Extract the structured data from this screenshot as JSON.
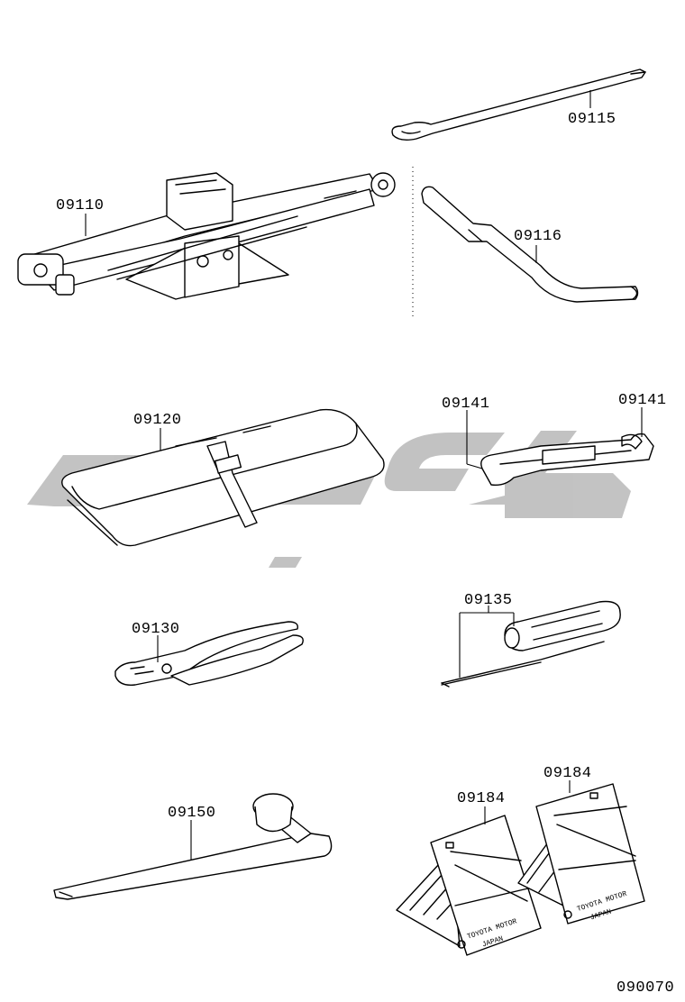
{
  "parts": {
    "jack": "09110",
    "jack_handle": "09115",
    "handle_extension": "09116",
    "tool_bag": "09120",
    "wrench_left": "09141",
    "wrench_right": "09141",
    "pliers": "09130",
    "screwdriver": "09135",
    "lug_wrench": "09150",
    "chock_left": "09184",
    "chock_right": "09184"
  },
  "chock_marking": {
    "line1": "TOYOTA MOTOR",
    "line2": "JAPAN"
  },
  "figure_number": "090070",
  "colors": {
    "watermark": "#b8b8b8",
    "line": "#000000",
    "background": "#ffffff"
  }
}
